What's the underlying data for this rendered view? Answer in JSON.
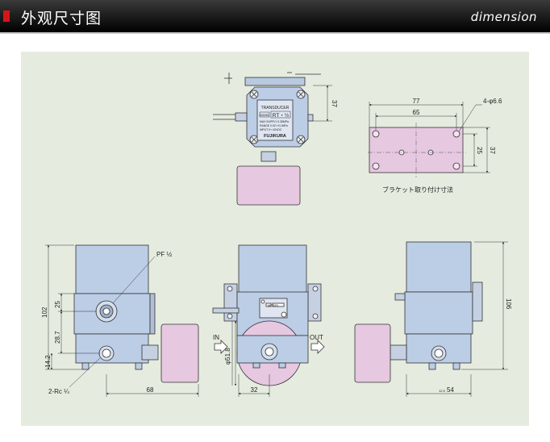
{
  "header": {
    "title": "外观尺寸图",
    "subtitle": "dimension"
  },
  "labels": {
    "top_dim_37": "37",
    "transducer": "TRANSDUCER",
    "model_tag": "MODEL",
    "model_no": "RT・½",
    "spec1": "MAX SUPPLY  0.35MPa",
    "spec2": "RANGE  0.02～0.1MPa",
    "spec3": "INPUT   0～10VDC",
    "maker": "FUJIKURA",
    "bracket_77": "77",
    "bracket_65": "65",
    "bracket_holes": "4-φ6.6",
    "bracket_25": "25",
    "bracket_37": "37",
    "bracket_caption": "ブラケット取り付け寸法",
    "pf": "PF ½",
    "h102": "102",
    "h25": "25",
    "h287": "28.7",
    "h142": "14.2",
    "rc": "2-Rc ¼",
    "w68": "68",
    "in": "IN",
    "out": "OUT",
    "dia": "φ51.8",
    "w32": "32",
    "h106": "106",
    "w54": "54",
    "w1254": "12.5"
  }
}
